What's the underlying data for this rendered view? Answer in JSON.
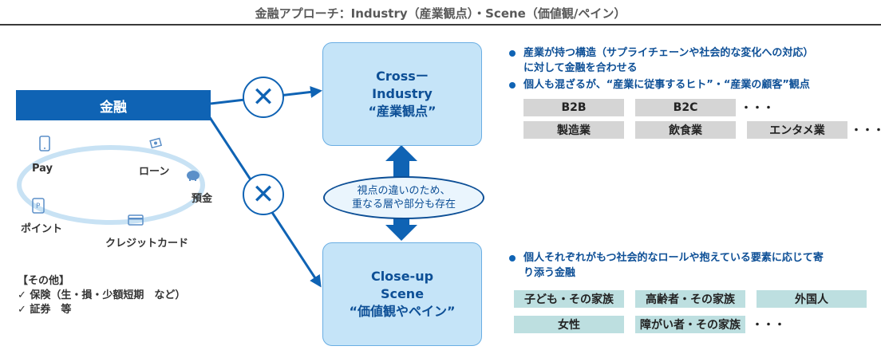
{
  "title": "金融アプローチ：Industry（産業観点）・Scene（価値観/ペイン）",
  "finance": {
    "label": "金融",
    "services": [
      "Pay",
      "ローン",
      "預金",
      "ポイント",
      "クレジットカード"
    ]
  },
  "others": {
    "heading": "【その他】",
    "items": [
      "✓ 保険（生・損・少額短期　など）",
      "✓ 証券　等"
    ]
  },
  "cross_box": {
    "line1": "Crossー",
    "line2": "Industry",
    "line3": "“産業観点”"
  },
  "close_box": {
    "line1": "Close-up",
    "line2": "Scene",
    "line3": "“価値観やペイン”"
  },
  "viewpoint": {
    "line1": "視点の違いのため、",
    "line2": "重なる層や部分も存在"
  },
  "x_mark": "✕",
  "ellipsis": "・・・",
  "industry_bullets": [
    "産業が持つ構造（サプライチェーンや社会的な変化への対応）",
    "に対して金融を合わせる",
    "個人も混ざるが、“産業に従事するヒト”・“産業の顧客”観点"
  ],
  "industry_tags": [
    "B2B",
    "B2C",
    "製造業",
    "飲食業",
    "エンタメ業"
  ],
  "scene_bullets": [
    "個人それぞれがもつ社会的なロールや抱えている要素に応じて寄",
    "り添う金融"
  ],
  "scene_tags": [
    "子ども・その家族",
    "高齢者・その家族",
    "外国人",
    "女性",
    "障がい者・その家族"
  ],
  "colors": {
    "primary": "#0f63b4",
    "box_fill": "#c5e4f8",
    "ellipse": "#c8e2f4",
    "tag_gray": "#d5d5d5",
    "tag_teal": "#bddfe0"
  }
}
